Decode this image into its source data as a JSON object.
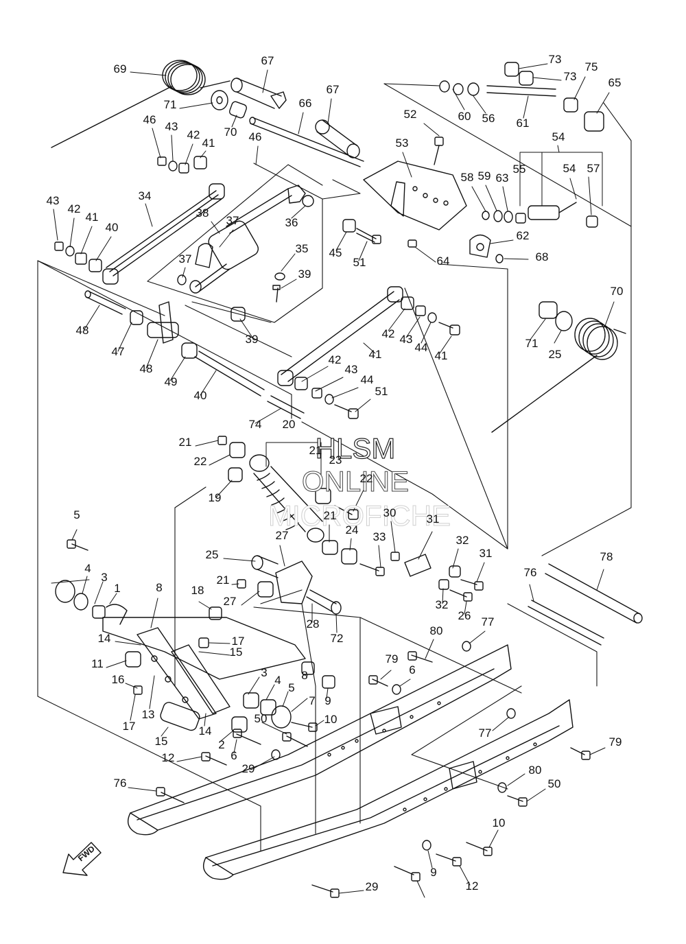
{
  "diagram": {
    "watermark": {
      "line1": "HLSM",
      "line2": "ONLINE",
      "line3": "MICROFICHE"
    },
    "fwd_label": "FWD",
    "part_numbers": [
      "69",
      "67",
      "67",
      "66",
      "71",
      "70",
      "46",
      "43",
      "42",
      "41",
      "46",
      "43",
      "42",
      "41",
      "40",
      "34",
      "38",
      "37",
      "37",
      "36",
      "35",
      "39",
      "39",
      "45",
      "51",
      "48",
      "47",
      "48",
      "49",
      "40",
      "41",
      "42",
      "43",
      "44",
      "41",
      "42",
      "43",
      "44",
      "51",
      "74",
      "73",
      "73",
      "75",
      "65",
      "60",
      "56",
      "61",
      "52",
      "53",
      "54",
      "55",
      "54",
      "57",
      "58",
      "59",
      "63",
      "62",
      "64",
      "68",
      "70",
      "71",
      "25",
      "21",
      "22",
      "19",
      "20",
      "21",
      "23",
      "22",
      "21",
      "24",
      "33",
      "30",
      "31",
      "32",
      "31",
      "32",
      "26",
      "27",
      "25",
      "21",
      "27",
      "28",
      "72",
      "78",
      "76",
      "77",
      "80",
      "79",
      "6",
      "5",
      "4",
      "3",
      "1",
      "8",
      "18",
      "17",
      "15",
      "14",
      "11",
      "16",
      "17",
      "13",
      "15",
      "14",
      "2",
      "3",
      "4",
      "5",
      "7",
      "8",
      "9",
      "10",
      "50",
      "6",
      "29",
      "12",
      "76",
      "77",
      "79",
      "80",
      "50",
      "10",
      "9",
      "12",
      "29"
    ]
  },
  "colors": {
    "line": "#111111",
    "watermark": "#cfcfcf"
  }
}
